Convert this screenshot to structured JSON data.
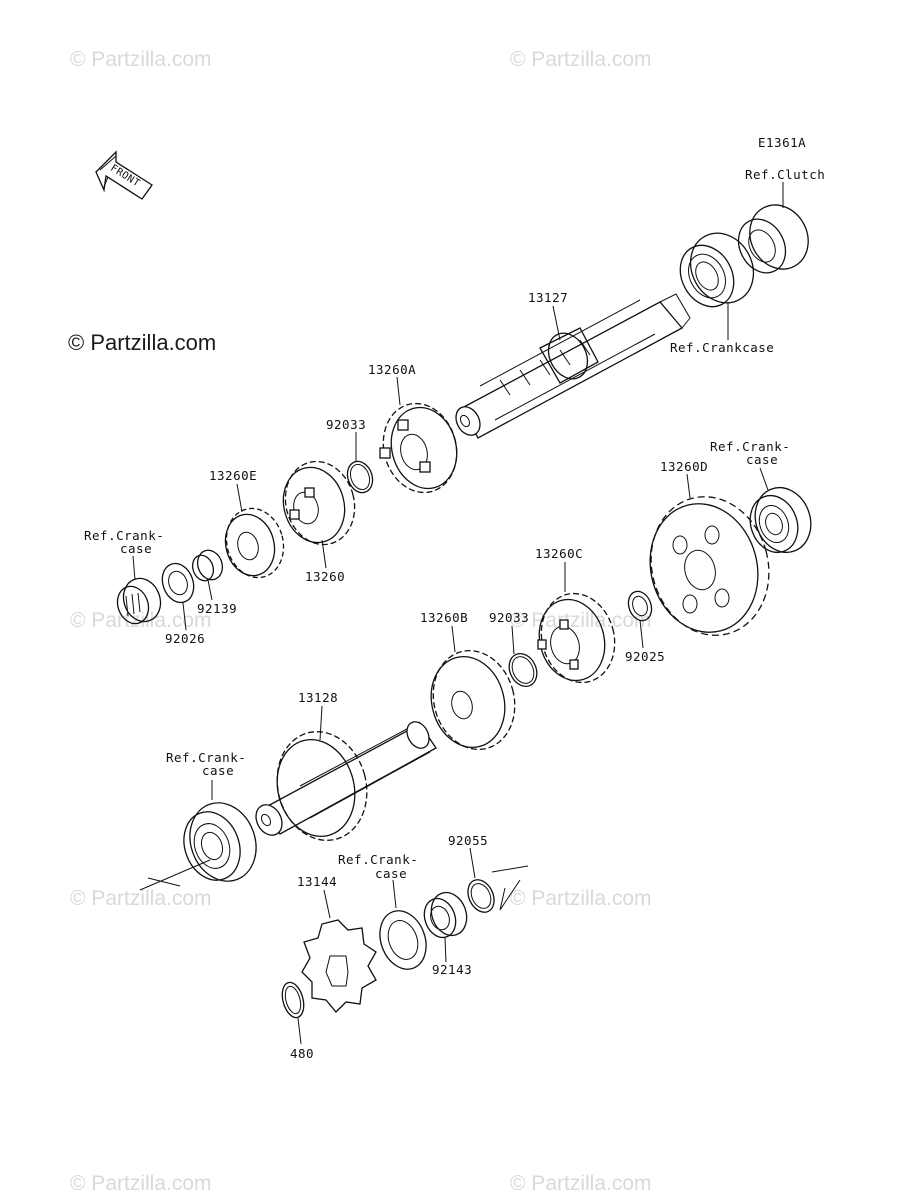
{
  "diagram_code": "E1361A",
  "front_label": "FRONT",
  "watermarks": {
    "small_text": "© Partzilla.com",
    "large_text": "© Partzilla.com"
  },
  "labels": {
    "ref_clutch": "Ref.Clutch",
    "ref_crankcase": "Ref.Crankcase",
    "p13127": "13127",
    "p13260A": "13260A",
    "p92033_top": "92033",
    "p13260E": "13260E",
    "p13260": "13260",
    "ref_crank_left_1": "Ref.Crank-",
    "ref_crank_left_2": "case",
    "p92139": "92139",
    "p92026": "92026",
    "ref_crank_right_1": "Ref.Crank-",
    "ref_crank_right_2": "case",
    "p13260D": "13260D",
    "p13260C": "13260C",
    "p92025": "92025",
    "p13260B": "13260B",
    "p92033_mid": "92033",
    "p13128": "13128",
    "ref_crank_lower_left_1": "Ref.Crank-",
    "ref_crank_lower_left_2": "case",
    "ref_crank_lower_mid_1": "Ref.Crank-",
    "ref_crank_lower_mid_2": "case",
    "p92055": "92055",
    "p13144": "13144",
    "p92143": "92143",
    "p480": "480"
  }
}
